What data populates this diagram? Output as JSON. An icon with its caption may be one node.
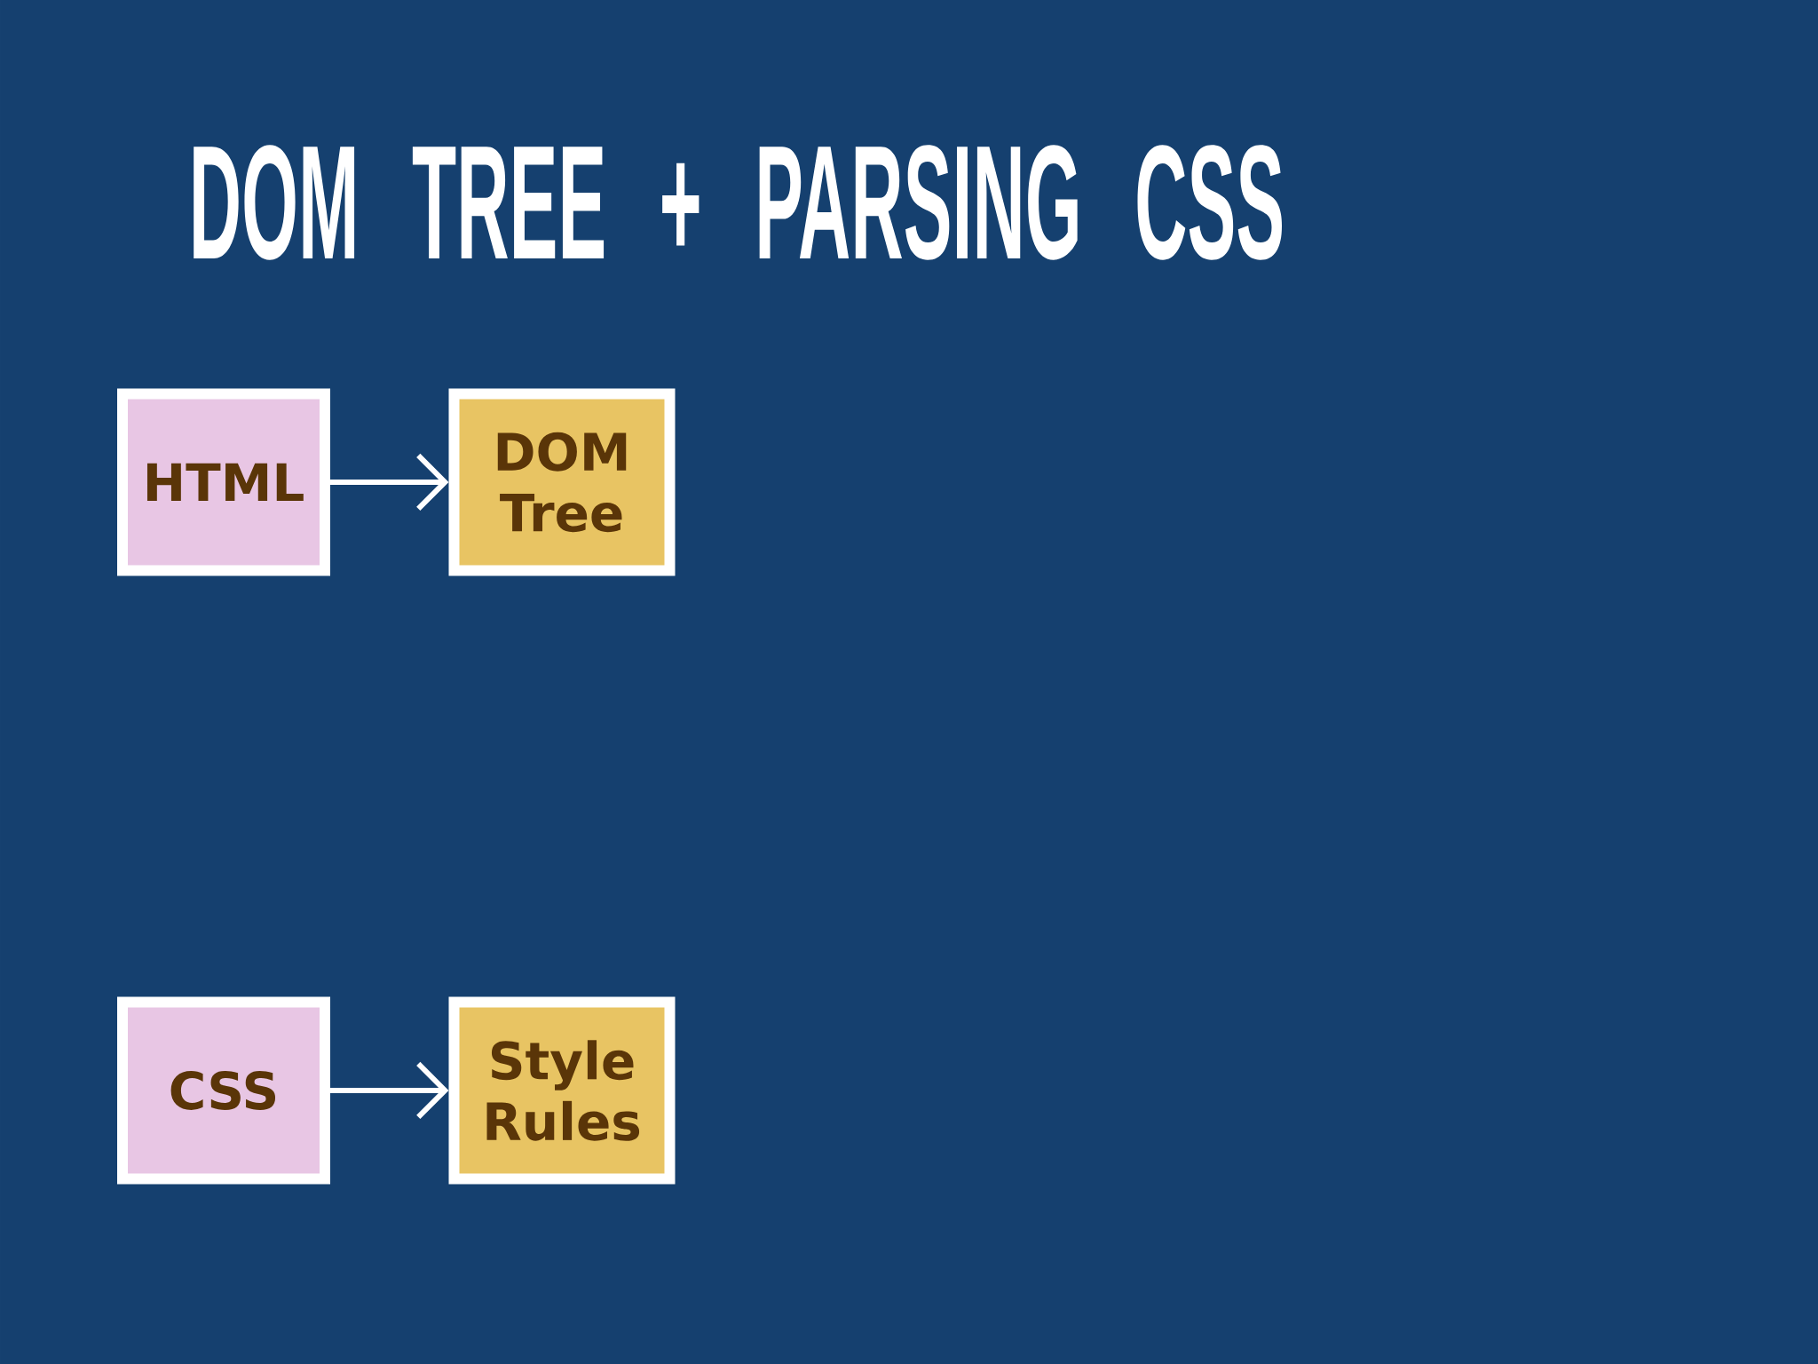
{
  "diagram": {
    "title": "DOM TREE + PARSING CSS",
    "nodes": [
      {
        "text": [
          "HTML"
        ]
      },
      {
        "text": [
          "DOM Tree"
        ]
      },
      {
        "text": [
          "CSS"
        ]
      },
      {
        "text": [
          "Style Rules"
        ]
      }
    ],
    "edges": [
      {
        "from": 0,
        "to": 1,
        "arrow": "to"
      },
      {
        "from": 2,
        "to": 3,
        "arrow": "to"
      }
    ]
  }
}
